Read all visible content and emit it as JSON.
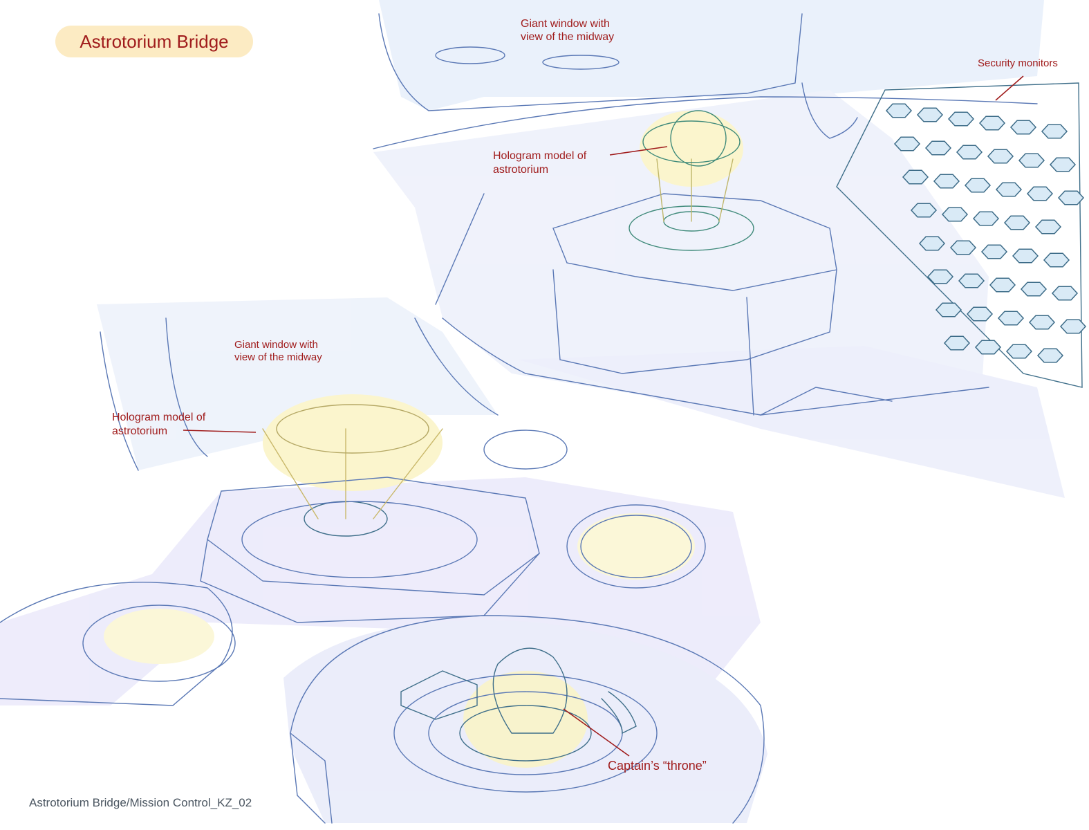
{
  "title": "Astrotorium Bridge",
  "annotations": {
    "window_upper_line1": "Giant window with",
    "window_upper_line2": "view of the midway",
    "security_monitors": "Security monitors",
    "hologram_upper_line1": "Hologram model of",
    "hologram_upper_line2": "astrotorium",
    "window_lower_line1": "Giant window with",
    "window_lower_line2": "view of the midway",
    "hologram_lower_line1": "Hologram model of",
    "hologram_lower_line2": "astrotorium",
    "captain_throne": "Captain’s “throne”"
  },
  "caption": "Astrotorium Bridge/Mission Control_KZ_02",
  "colors": {
    "label_red": "#a01c1c",
    "title_pill": "#fcebc3",
    "sketch_blue": "#4c6fa8",
    "sketch_teal": "#3f7f86",
    "wash_blue": "#e6eefa",
    "wash_lavender": "#ebe8fa",
    "wash_yellow": "#fbf6cf",
    "caption_gray": "#4a5560"
  }
}
